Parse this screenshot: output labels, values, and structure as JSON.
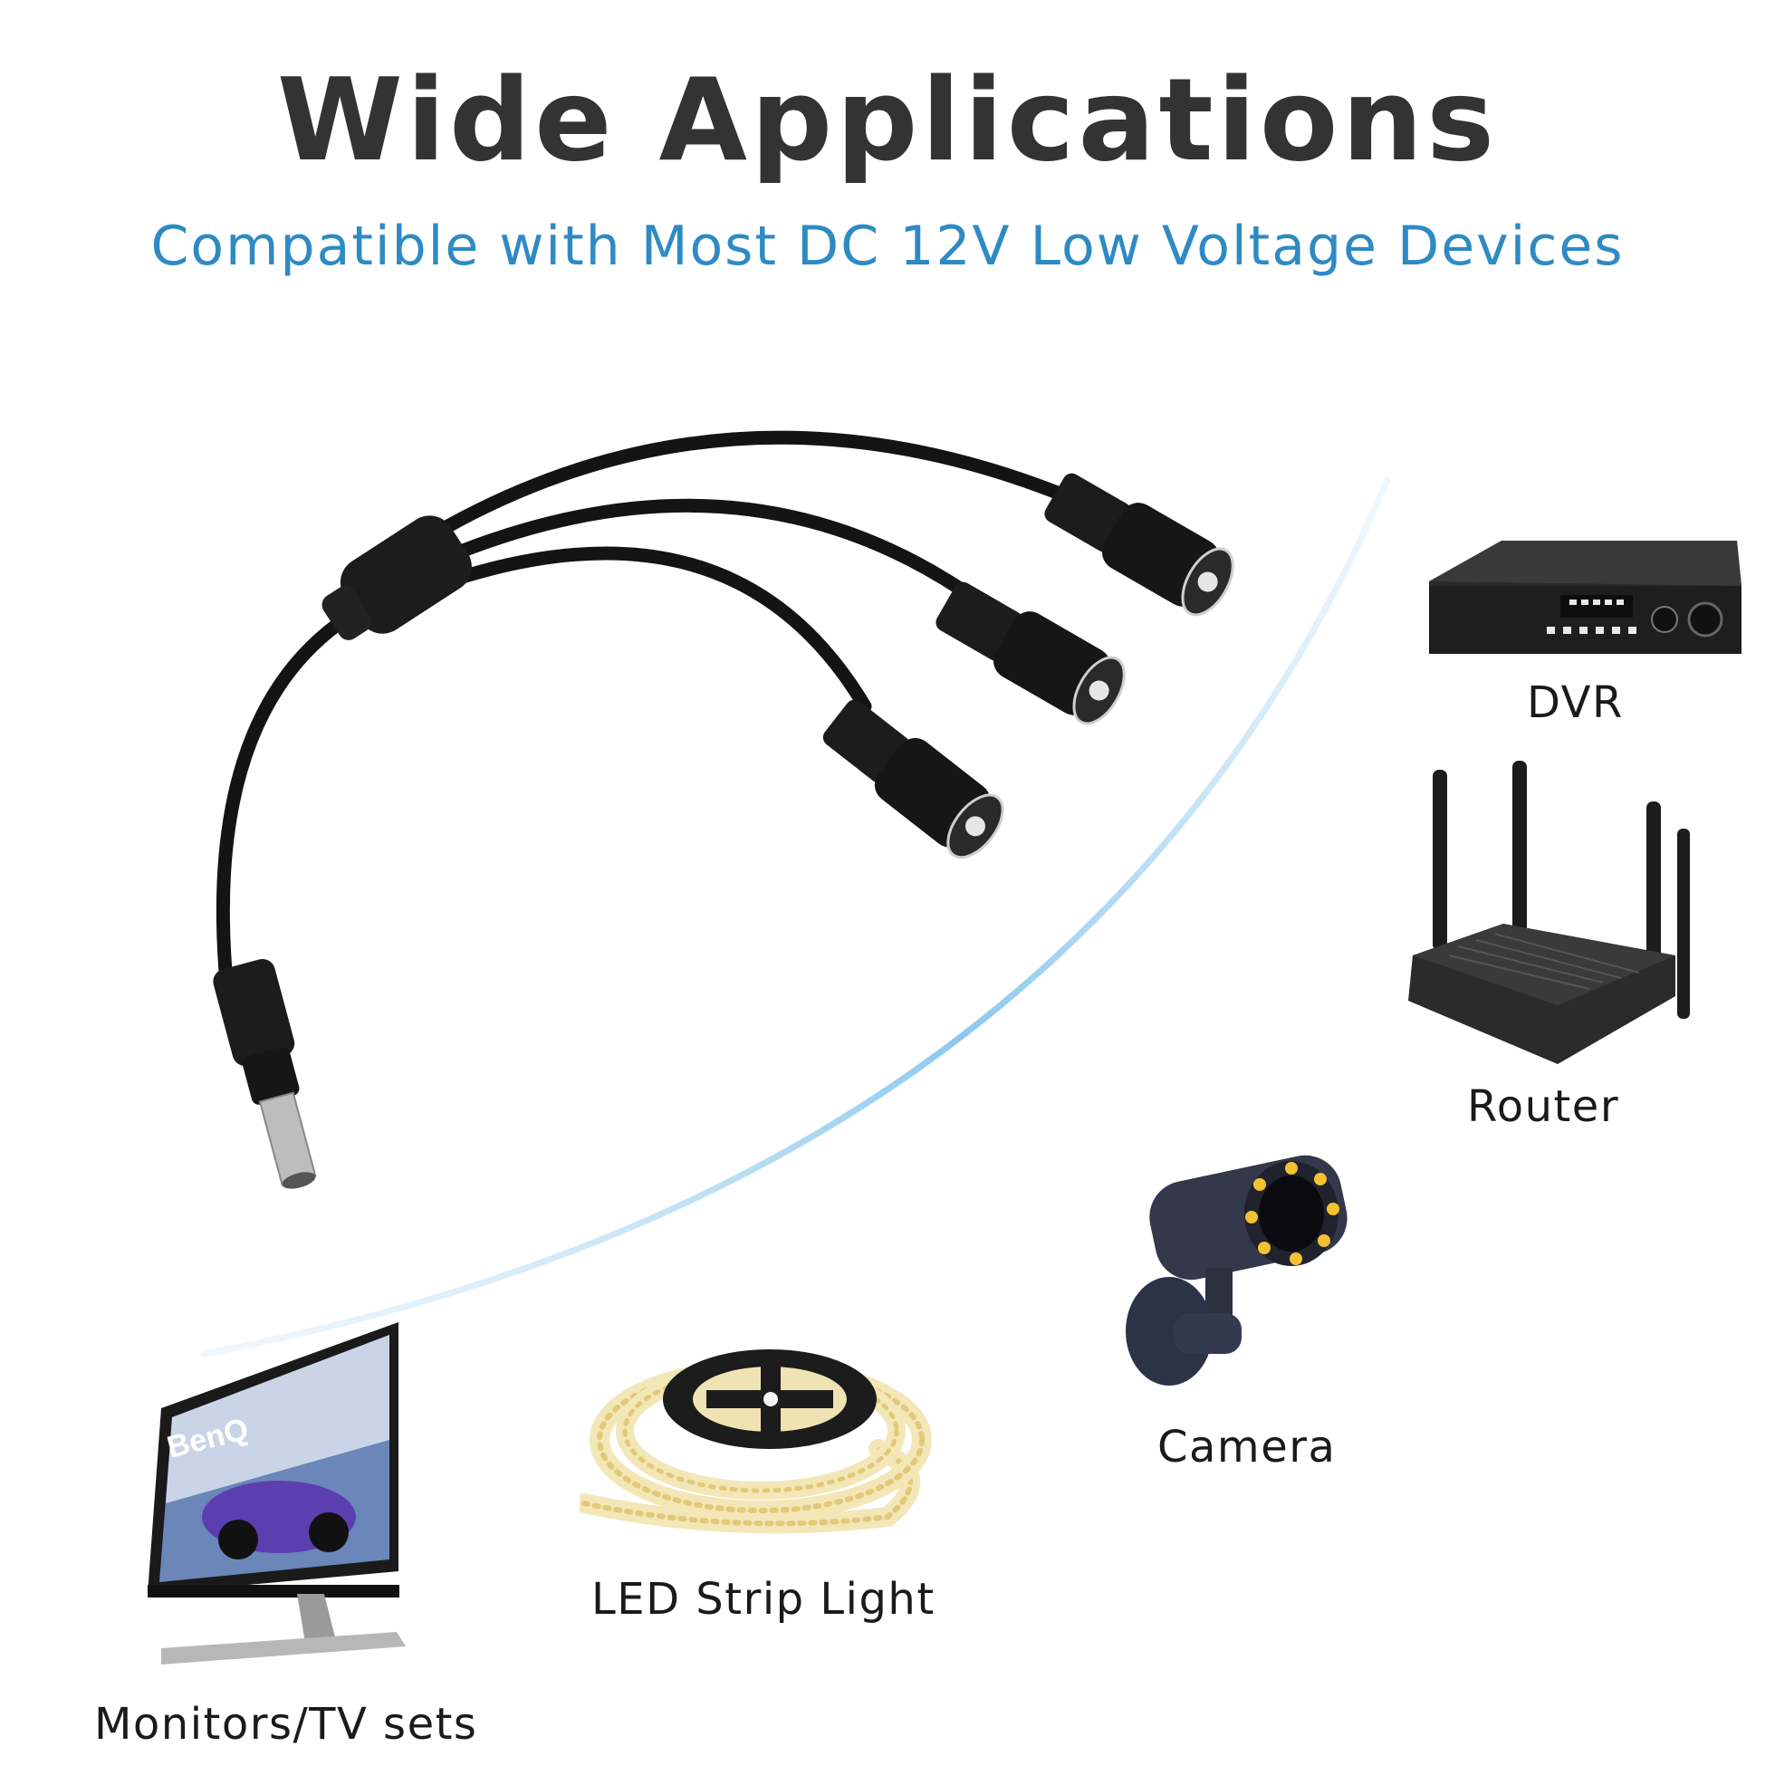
{
  "header": {
    "title": "Wide Applications",
    "subtitle": "Compatible with Most DC 12V Low Voltage Devices"
  },
  "devices": [
    {
      "label": "DVR",
      "icon": "dvr-icon"
    },
    {
      "label": "Router",
      "icon": "router-icon"
    },
    {
      "label": "Camera",
      "icon": "camera-icon"
    },
    {
      "label": "LED Strip Light",
      "icon": "led-strip-icon"
    },
    {
      "label": "Monitors/TV sets",
      "icon": "monitor-icon"
    }
  ],
  "colors": {
    "title": "#333333",
    "subtitle": "#2e8ac4",
    "arc": "#8cc8ef",
    "cable": "#141414"
  }
}
